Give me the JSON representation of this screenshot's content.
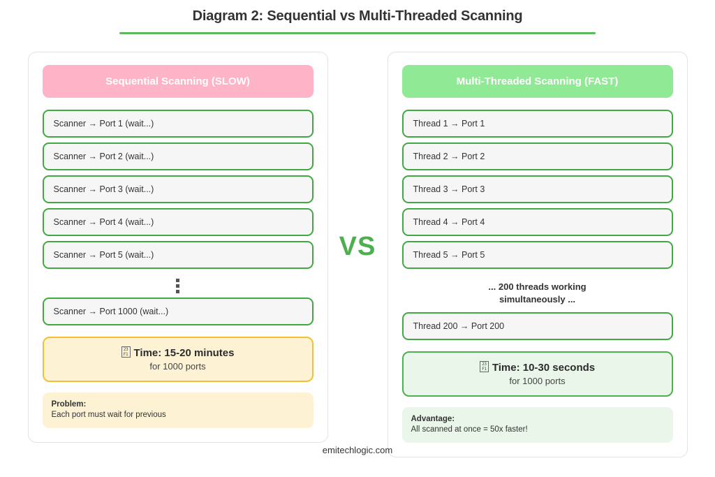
{
  "title": {
    "text": "Diagram 2: Sequential vs Multi-Threaded Scanning",
    "rule_color": "#5cb85c"
  },
  "vs_label": "VS",
  "footer": "emitechlogic.com",
  "colors": {
    "slow_header_bg": "#ffb3c6",
    "fast_header_bg": "#8fe995",
    "step_border": "#42a843",
    "step_bg": "#f6f6f6",
    "warn_bg": "#fdf3d4",
    "warn_border": "#f3c033",
    "good_bg": "#e9f6e9",
    "good_border": "#4caf50",
    "vs_color": "#4caf50",
    "panel_border": "#e3e3e3"
  },
  "left_panel": {
    "header": "Sequential Scanning (SLOW)",
    "steps_top": [
      "Scanner → Port 1 (wait...)",
      "Scanner → Port 2 (wait...)",
      "Scanner → Port 3 (wait...)",
      "Scanner → Port 4 (wait...)",
      "Scanner → Port 5 (wait...)"
    ],
    "ellipsis": "⋮",
    "steps_bottom": [
      "Scanner → Port 1000 (wait...)"
    ],
    "time_box": {
      "icon": "stopwatch-tofu-icon",
      "icon_codepoint_top": "23",
      "icon_codepoint_bottom": "F1",
      "main": "Time: 15-20 minutes",
      "sub": "for 1000 ports"
    },
    "note": {
      "title": "Problem:",
      "body": "Each port must wait for previous"
    }
  },
  "right_panel": {
    "header": "Multi-Threaded Scanning (FAST)",
    "steps_top": [
      "Thread 1 → Port 1",
      "Thread 2 → Port 2",
      "Thread 3 → Port 3",
      "Thread 4 → Port 4",
      "Thread 5 → Port 5"
    ],
    "mid_note_line1": "... 200 threads working",
    "mid_note_line2": "simultaneously ...",
    "steps_bottom": [
      "Thread 200 → Port 200"
    ],
    "time_box": {
      "icon": "stopwatch-tofu-icon",
      "icon_codepoint_top": "23",
      "icon_codepoint_bottom": "F1",
      "main": "Time: 10-30 seconds",
      "sub": "for 1000 ports"
    },
    "note": {
      "title": "Advantage:",
      "body": "All scanned at once = 50x faster!"
    }
  }
}
